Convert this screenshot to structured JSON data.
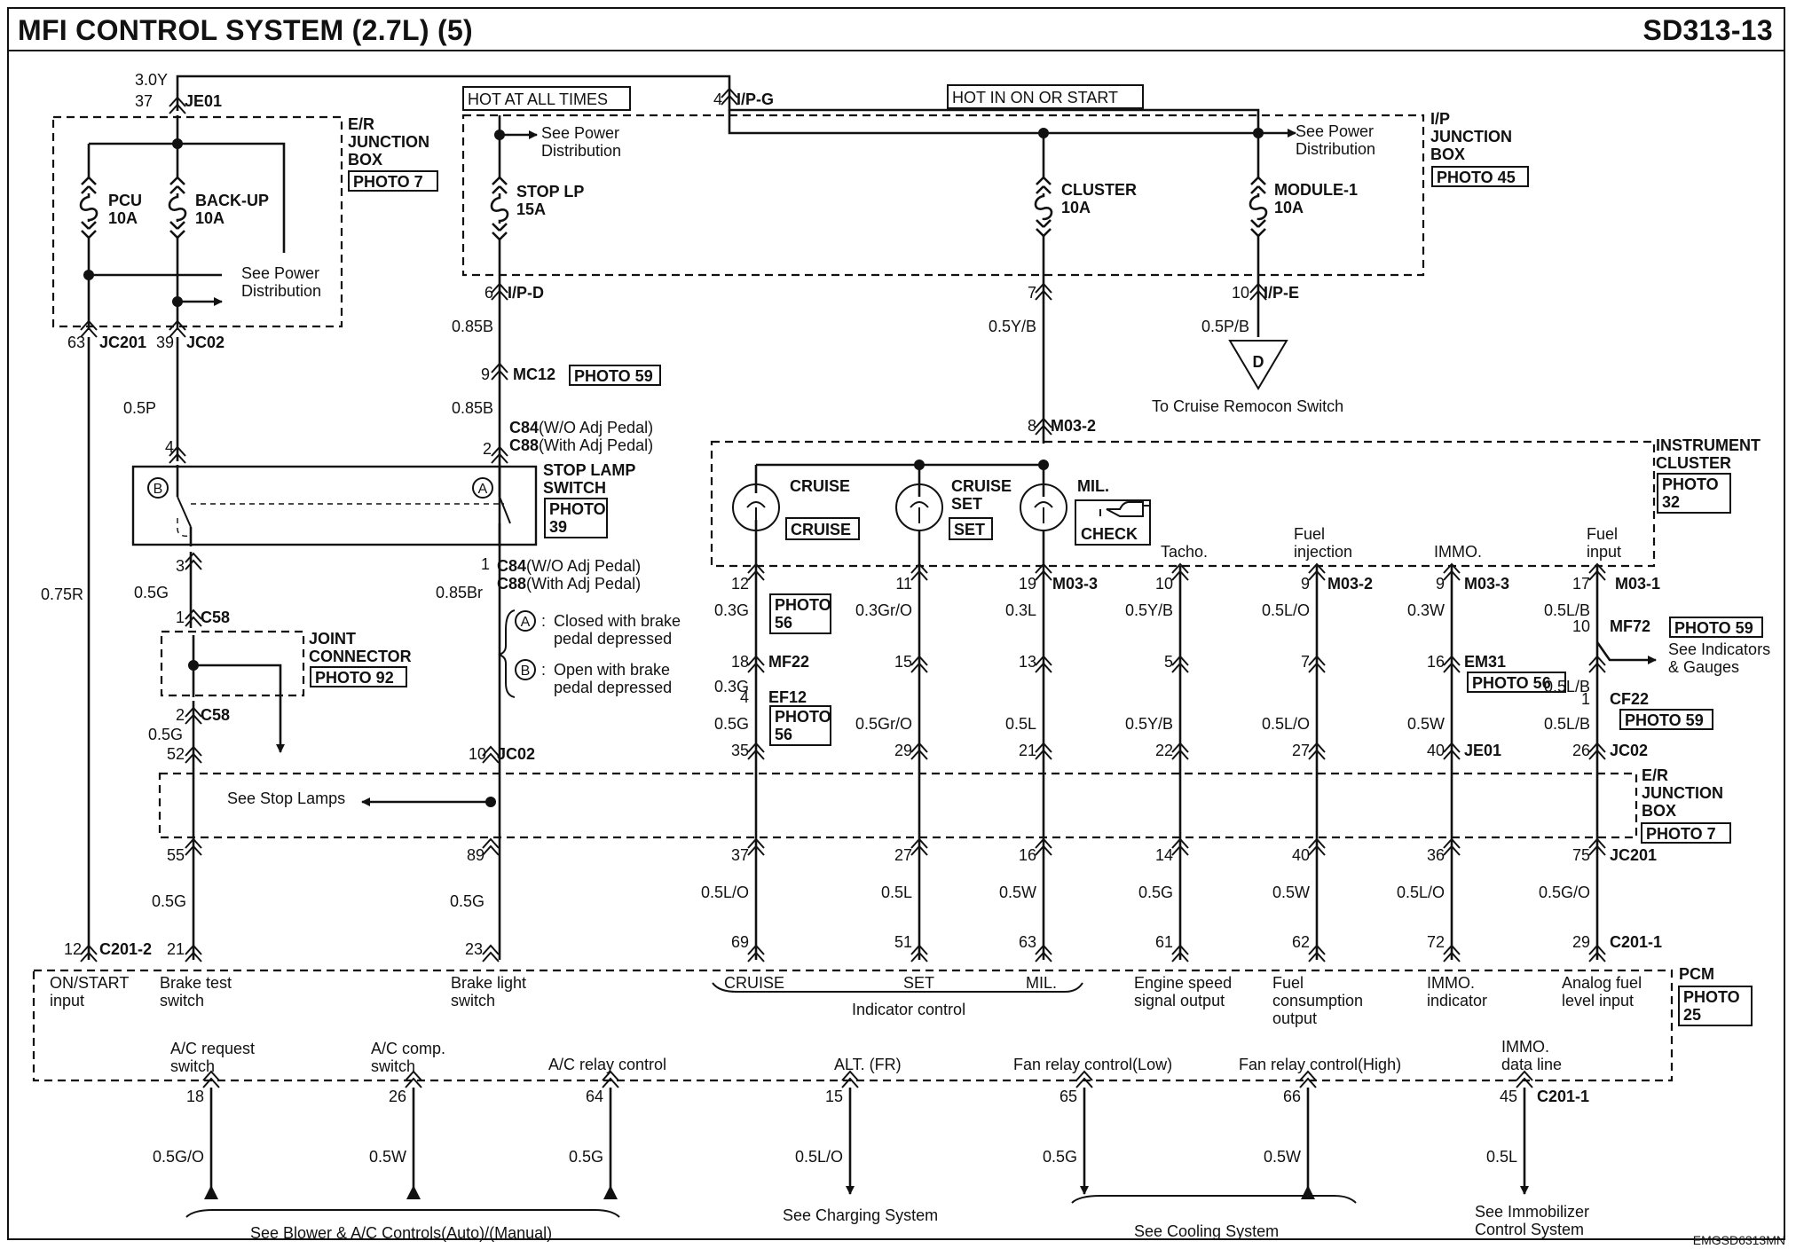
{
  "header": {
    "title": "MFI CONTROL SYSTEM (2.7L) (5)",
    "code": "SD313-13"
  },
  "footer": {
    "ref": "EMGSD6313MN"
  },
  "top": {
    "voltage": "3.0Y",
    "je01_pin": "37",
    "je01": "JE01",
    "hot_all": "HOT AT ALL TIMES",
    "hot_on": "HOT IN ON OR START",
    "ipg_pin": "4",
    "ipg": "I/P-G"
  },
  "er_box": {
    "label": [
      "E/R",
      "JUNCTION",
      "BOX"
    ],
    "photo": "PHOTO 7",
    "pcu": [
      "PCU",
      "10A"
    ],
    "backup": [
      "BACK-UP",
      "10A"
    ],
    "see_power": [
      "See Power",
      "Distribution"
    ],
    "jc201_pin": "63",
    "jc201": "JC201",
    "jc02_pin": "39",
    "jc02": "JC02"
  },
  "ip_box": {
    "label": [
      "I/P",
      "JUNCTION",
      "BOX"
    ],
    "photo": "PHOTO 45",
    "see_power_1": [
      "See Power",
      "Distribution"
    ],
    "see_power_2": [
      "See Power",
      "Distribution"
    ],
    "stoplp": [
      "STOP LP",
      "15A"
    ],
    "cluster": [
      "CLUSTER",
      "10A"
    ],
    "module": [
      "MODULE-1",
      "10A"
    ],
    "ipd_pin": "6",
    "ipd": "I/P-D",
    "pin7": "7",
    "ipe_pin": "10",
    "ipe": "I/P-E"
  },
  "stop_side": {
    "w085b_1": "0.85B",
    "mc12_pin": "9",
    "mc12": "MC12",
    "mc12_photo": "PHOTO 59",
    "w085b_2": "0.85B",
    "c84": "C84",
    "c84_note": "(W/O Adj Pedal)",
    "c88": "C88",
    "c88_note": "(With Adj Pedal)",
    "pin2": "2",
    "pin1": "1",
    "c84b": "C84",
    "c84b_note": "(W/O Adj Pedal)",
    "c88b": "C88",
    "c88b_note": "(With Adj Pedal)",
    "w085br": "0.85Br",
    "jc02_pin": "10",
    "jc02": "JC02",
    "w05p": "0.5P",
    "pin4": "4",
    "pin3": "3",
    "w05g": "0.5G",
    "w075r": "0.75R"
  },
  "stop_switch": {
    "label": [
      "STOP LAMP",
      "SWITCH"
    ],
    "photo": [
      "PHOTO",
      "39"
    ],
    "a": "A",
    "b": "B",
    "legend_a": [
      "Closed with brake",
      "pedal depressed"
    ],
    "legend_b": [
      "Open with brake",
      "pedal depressed"
    ],
    "colon": ":"
  },
  "joint": {
    "label": [
      "JOINT",
      "CONNECTOR"
    ],
    "photo": "PHOTO 92",
    "c58_pin1": "1",
    "c58_a": "C58",
    "c58_pin2": "2",
    "c58_b": "C58",
    "w05g": "0.5G",
    "jc02_pin": "52"
  },
  "cruise_side": {
    "w05yb": "0.5Y/B",
    "w05pb": "0.5P/B",
    "d": "D",
    "to_cruise": "To Cruise Remocon Switch",
    "m032_pin": "8",
    "m032": "M03-2"
  },
  "cluster": {
    "label": [
      "INSTRUMENT",
      "CLUSTER"
    ],
    "photo": [
      "PHOTO",
      "32"
    ],
    "cruise": "CRUISE",
    "cruise_btn": "CRUISE",
    "cruise_set": [
      "CRUISE",
      "SET"
    ],
    "set_btn": "SET",
    "mil": "MIL.",
    "check": "CHECK",
    "tacho": "Tacho.",
    "fuel_inj": [
      "Fuel",
      "injection"
    ],
    "immo": "IMMO.",
    "fuel_input": [
      "Fuel",
      "input"
    ],
    "m033": "M03-3",
    "m032": "M03-2",
    "m033b": "M03-3",
    "m031": "M03-1"
  },
  "columns": [
    {
      "id": "c1",
      "top_pin": "12",
      "w1": "0.3G",
      "photo": [
        "PHOTO",
        "56"
      ],
      "mid_pin": "18",
      "mid_conn": "MF22",
      "w2": "0.3G",
      "p3_pin": "4",
      "p3_conn": "EF12",
      "photo2": [
        "PHOTO",
        "56"
      ],
      "w3": "0.5G",
      "jc_pin": "35",
      "jc201_pin": "37",
      "w4": "0.5L/O",
      "pcm_pin": "69"
    },
    {
      "id": "c2",
      "top_pin": "11",
      "w1": "0.3Gr/O",
      "mid_pin": "15",
      "w3": "0.5Gr/O",
      "jc_pin": "29",
      "jc201_pin": "27",
      "w4": "0.5L",
      "pcm_pin": "51"
    },
    {
      "id": "c3",
      "top_pin": "19",
      "w1": "0.3L",
      "mid_pin": "13",
      "w3": "0.5L",
      "jc_pin": "21",
      "jc201_pin": "16",
      "w4": "0.5W",
      "pcm_pin": "63"
    },
    {
      "id": "c4",
      "top_pin": "10",
      "w1": "0.5Y/B",
      "mid_pin": "5",
      "w3": "0.5Y/B",
      "jc_pin": "22",
      "jc201_pin": "14",
      "w4": "0.5G",
      "pcm_pin": "61"
    },
    {
      "id": "c5",
      "top_pin": "9",
      "w1": "0.5L/O",
      "mid_pin": "7",
      "w3": "0.5L/O",
      "jc_pin": "27",
      "jc201_pin": "40",
      "w4": "0.5W",
      "pcm_pin": "62"
    },
    {
      "id": "c6",
      "top_pin": "9",
      "w1": "0.3W",
      "mid_pin": "16",
      "mid_conn": "EM31",
      "photo": "PHOTO 56",
      "w3": "0.5W",
      "jc_pin": "40",
      "jc_conn": "JE01",
      "jc201_pin": "36",
      "w4": "0.5L/O",
      "pcm_pin": "72"
    },
    {
      "id": "c7",
      "top_pin": "17",
      "w1": "0.5L/B",
      "mf72_pin": "10",
      "mf72": "MF72",
      "mf72_photo": "PHOTO 59",
      "w2": "0.5L/B",
      "see_ind": [
        "See Indicators",
        "& Gauges"
      ],
      "cf22_pin": "1",
      "cf22": "CF22",
      "cf22_photo": "PHOTO 59",
      "w3": "0.5L/B",
      "jc_pin": "26",
      "jc_conn": "JC02",
      "jc201_pin": "75",
      "jc201": "JC201",
      "w4": "0.5G/O",
      "pcm_pin": "29",
      "c2011": "C201-1"
    }
  ],
  "er_box2": {
    "label": [
      "E/R",
      "JUNCTION",
      "BOX"
    ],
    "photo": "PHOTO 7",
    "see_stop": "See Stop Lamps",
    "jc201_pin_a": "55",
    "jc201_pin_b": "89",
    "w05g_a": "0.5G",
    "w05g_b": "0.5G"
  },
  "pcm": {
    "label": "PCM",
    "photo": [
      "PHOTO",
      "25"
    ],
    "c2012_pin": "12",
    "c2012": "C201-2",
    "pin21": "21",
    "pin23": "23",
    "on_start": [
      "ON/START",
      "input"
    ],
    "brake_test": [
      "Brake test",
      "switch"
    ],
    "brake_light": [
      "Brake light",
      "switch"
    ],
    "cruise": "CRUISE",
    "set": "SET",
    "mil": "MIL.",
    "indicator": "Indicator control",
    "engine_speed": [
      "Engine speed",
      "signal output"
    ],
    "fuel_cons": [
      "Fuel",
      "consumption",
      "output"
    ],
    "immo_ind": [
      "IMMO.",
      "indicator"
    ],
    "analog_fuel": [
      "Analog fuel",
      "level input"
    ],
    "ac_request": [
      "A/C request",
      "switch"
    ],
    "ac_comp": [
      "A/C comp.",
      "switch"
    ],
    "ac_relay": "A/C relay control",
    "alt": "ALT. (FR)",
    "fan_low": "Fan relay control(Low)",
    "fan_high": "Fan relay control(High)",
    "immo_data": [
      "IMMO.",
      "data line"
    ]
  },
  "bottom": [
    {
      "pin": "18",
      "wire": "0.5G/O"
    },
    {
      "pin": "26",
      "wire": "0.5W"
    },
    {
      "pin": "64",
      "wire": "0.5G"
    },
    {
      "pin": "15",
      "wire": "0.5L/O"
    },
    {
      "pin": "65",
      "wire": "0.5G"
    },
    {
      "pin": "66",
      "wire": "0.5W"
    },
    {
      "pin": "45",
      "wire": "0.5L",
      "conn": "C201-1"
    }
  ],
  "bottom_labels": {
    "blower": "See Blower & A/C Controls(Auto)/(Manual)",
    "charging": "See Charging System",
    "cooling": "See Cooling System",
    "immobilizer": [
      "See Immobilizer",
      "Control System"
    ]
  }
}
